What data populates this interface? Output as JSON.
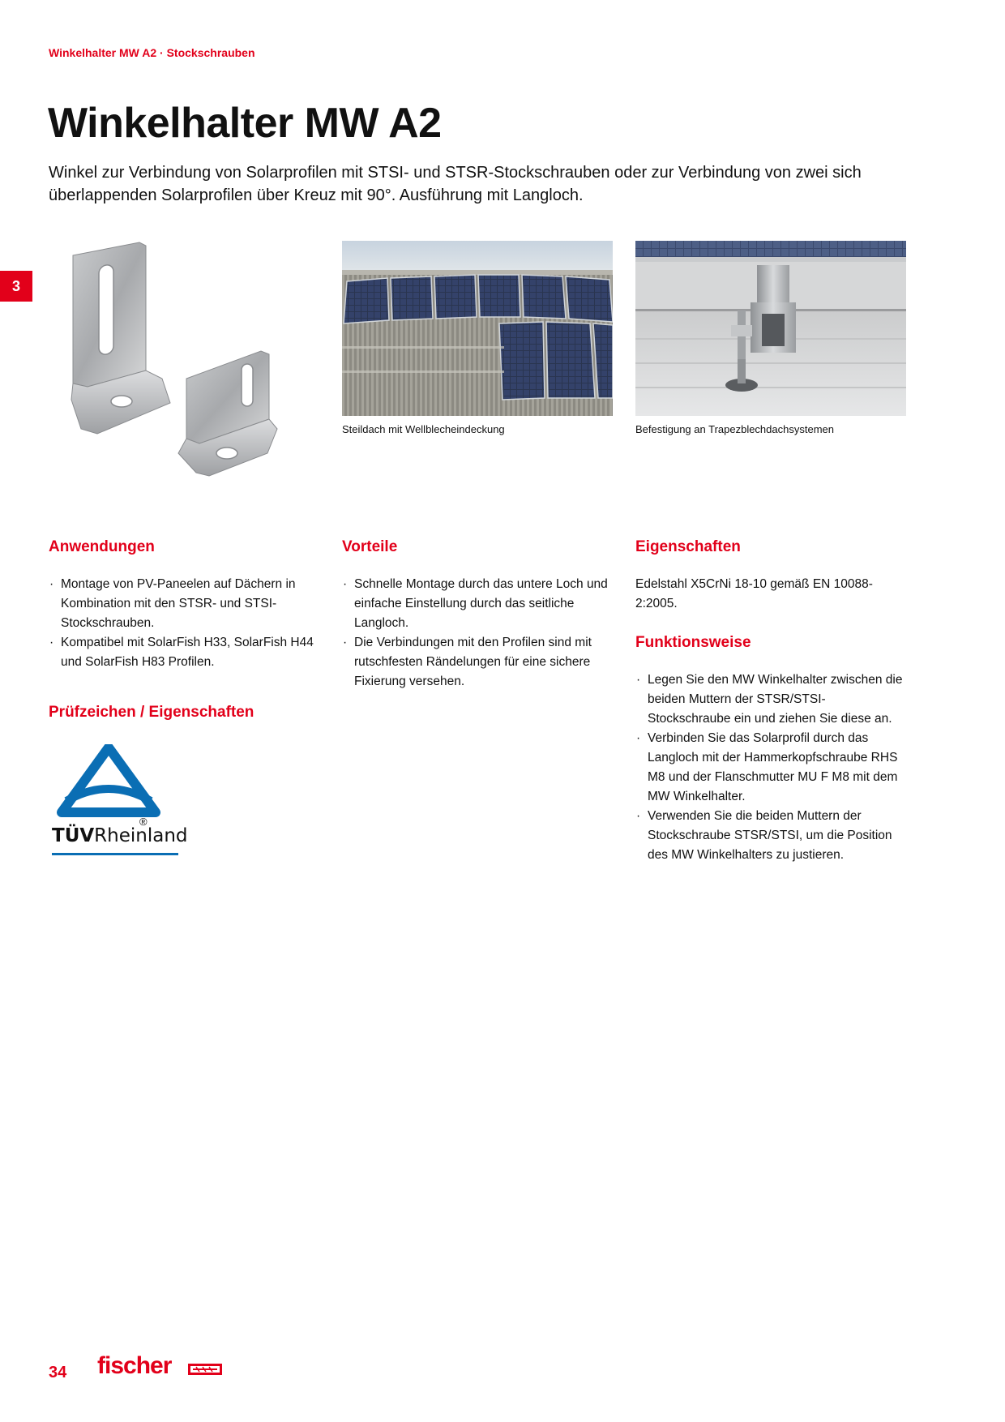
{
  "breadcrumb": "Winkelhalter MW A2 · Stockschrauben",
  "title": "Winkelhalter MW A2",
  "intro": "Winkel zur Verbindung von Solarprofilen mit STSI- und STSR-Stockschrauben oder zur Verbindung von zwei sich überlappenden Solarprofilen über Kreuz mit 90°. Ausführung mit Langloch.",
  "chapter_tab": "3",
  "images": {
    "caption_1": "Steildach mit Wellblecheindeckung",
    "caption_2": "Befestigung an Trapezblechdachsystemen"
  },
  "anwendungen": {
    "heading": "Anwendungen",
    "items": [
      "Montage von PV-Paneelen auf Dächern in Kombination mit den STSR- und STSI-Stockschrauben.",
      "Kompatibel mit SolarFish H33, SolarFish H44 und SolarFish H83 Profilen."
    ]
  },
  "pruefzeichen": {
    "heading": "Prüfzeichen / Eigenschaften",
    "logo_text_bold": "TÜV",
    "logo_text_regular": "Rheinland",
    "logo_reg": "®"
  },
  "vorteile": {
    "heading": "Vorteile",
    "items": [
      "Schnelle Montage durch das untere Loch und einfache Einstellung durch das seitliche Langloch.",
      "Die Verbindungen mit den Profilen sind mit rutschfesten Rändelungen für eine sichere Fixierung versehen."
    ]
  },
  "eigenschaften": {
    "heading": "Eigenschaften",
    "text": "Edelstahl X5CrNi 18-10 gemäß EN 10088-2:2005."
  },
  "funktionsweise": {
    "heading": "Funktionsweise",
    "items": [
      "Legen Sie den MW Winkelhalter zwischen die beiden Muttern der STSR/STSI-Stockschraube ein und ziehen Sie diese an.",
      "Verbinden Sie das Solarprofil durch das Langloch mit der Hammerkopfschraube RHS M8 und der Flanschmutter MU F M8 mit dem MW Winkelhalter.",
      "Verwenden Sie die beiden Muttern der Stockschraube STSR/STSI, um die Position des MW Winkelhalters zu justieren."
    ]
  },
  "bullet": "·",
  "footer": {
    "page_number": "34",
    "brand": "fischer"
  },
  "colors": {
    "accent": "#e2001a",
    "tuv_blue": "#0a6eb4"
  }
}
